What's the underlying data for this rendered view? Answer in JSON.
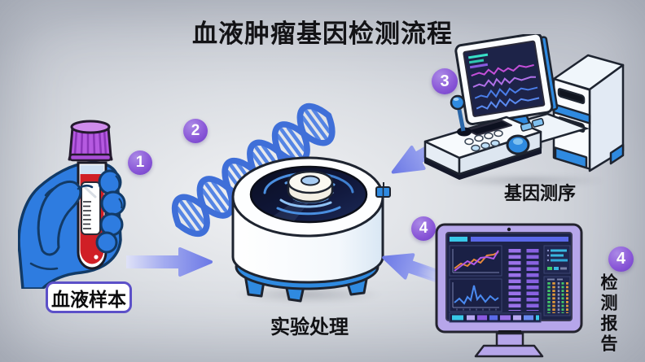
{
  "title": "血液肿瘤基因检测流程",
  "steps": [
    {
      "number": "1",
      "label": "血液样本"
    },
    {
      "number": "2",
      "label": "实验处理"
    },
    {
      "number": "3",
      "label": "基因测序"
    },
    {
      "number": "4",
      "label": "检测报告"
    }
  ],
  "extra_badge": {
    "number": "4"
  },
  "icons": {
    "step1": "gloved-hand-blood-tube-icon",
    "step2a": "dna-double-helix-icon",
    "step2b": "centrifuge-icon",
    "step3": "gene-sequencer-workstation-icon",
    "step4": "desktop-monitor-report-icon",
    "arrows": [
      "arrow-right-icon",
      "arrow-down-left-icon",
      "arrow-up-left-icon"
    ]
  },
  "colors": {
    "background_gray": "#dcdfe4",
    "badge_purple": "#8b59d8",
    "label_border_indigo": "#5c50c8",
    "arrow_periwinkle": "#6d7ae6",
    "glove_blue": "#2e7ce0",
    "blood_red": "#d01f26",
    "cap_purple": "#b55ae0",
    "dna_blue": "#3f6fd8",
    "device_blue": "#2f8ae0",
    "monitor_lavender": "#b6a6ea",
    "screen_navy": "#1d2348",
    "trace_cyan": "#38c8e8",
    "trace_magenta": "#c44fd8",
    "trace_orange": "#e8883a",
    "led_green": "#44c868",
    "led_orange": "#e09a3a"
  }
}
